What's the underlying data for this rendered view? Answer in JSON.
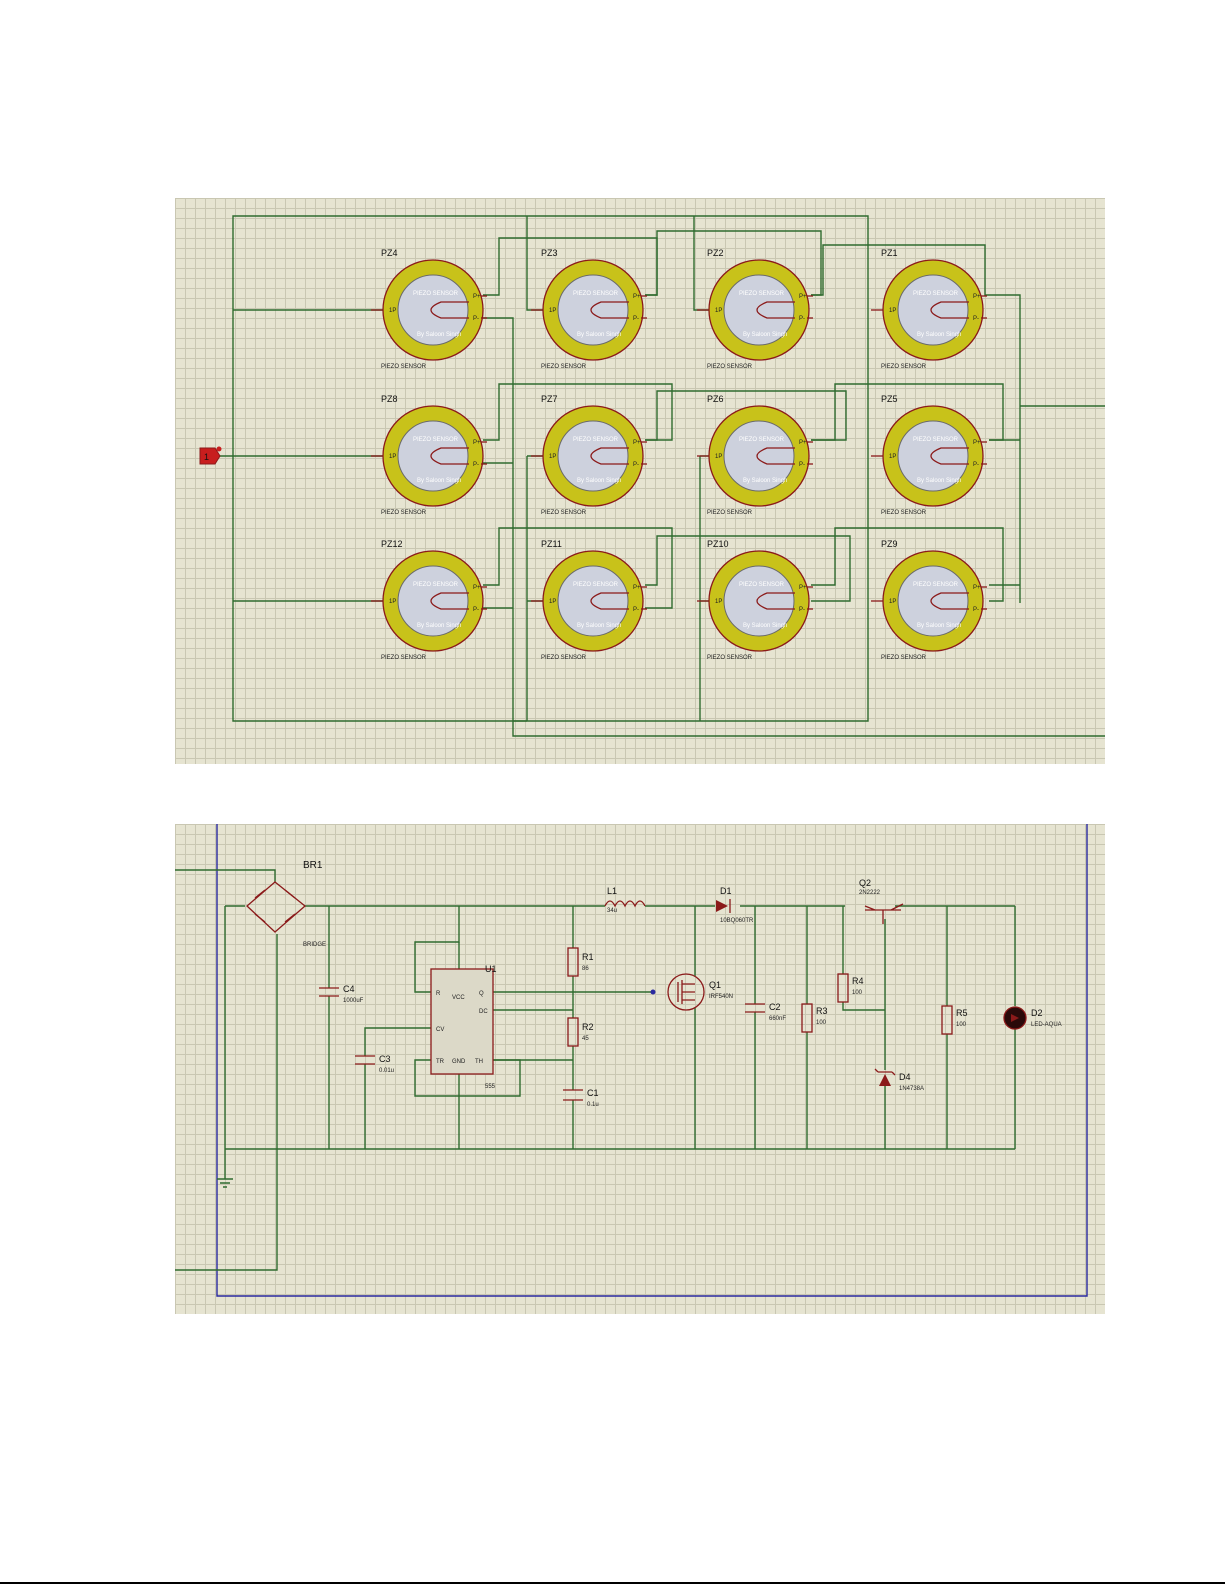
{
  "top": {
    "sensors": [
      {
        "ref": "PZ4",
        "sub": "PIEZO SENSOR"
      },
      {
        "ref": "PZ3",
        "sub": "PIEZO SENSOR"
      },
      {
        "ref": "PZ2",
        "sub": "PIEZO SENSOR"
      },
      {
        "ref": "PZ1",
        "sub": "PIEZO SENSOR"
      },
      {
        "ref": "PZ8",
        "sub": "PIEZO SENSOR"
      },
      {
        "ref": "PZ7",
        "sub": "PIEZO SENSOR"
      },
      {
        "ref": "PZ6",
        "sub": "PIEZO SENSOR"
      },
      {
        "ref": "PZ5",
        "sub": "PIEZO SENSOR"
      },
      {
        "ref": "PZ12",
        "sub": "PIEZO SENSOR"
      },
      {
        "ref": "PZ11",
        "sub": "PIEZO SENSOR"
      },
      {
        "ref": "PZ10",
        "sub": "PIEZO SENSOR"
      },
      {
        "ref": "PZ9",
        "sub": "PIEZO SENSOR"
      }
    ],
    "ring_top_text": "PIEZO SENSOR",
    "ring_bottom_text": "By Saloon Singh",
    "pin_left": "1P",
    "pin_top": "P+",
    "pin_bottom": "P-",
    "terminal_label": "1"
  },
  "bottom": {
    "br1": {
      "ref": "BR1",
      "value": "BRIDGE"
    },
    "c4": {
      "ref": "C4",
      "value": "1000uF"
    },
    "c3": {
      "ref": "C3",
      "value": "0.01u"
    },
    "u1": {
      "ref": "U1",
      "value": "555",
      "pins": {
        "r": "R",
        "vcc": "VCC",
        "q": "Q",
        "dc": "DC",
        "cv": "CV",
        "tr": "TR",
        "gnd": "GND",
        "th": "TH"
      }
    },
    "r1": {
      "ref": "R1",
      "value": "86"
    },
    "r2": {
      "ref": "R2",
      "value": "45"
    },
    "c1": {
      "ref": "C1",
      "value": "0.1u"
    },
    "l1": {
      "ref": "L1",
      "value": "34u"
    },
    "d1": {
      "ref": "D1",
      "value": "10BQ060TR"
    },
    "q1": {
      "ref": "Q1",
      "value": "IRF540N"
    },
    "c2": {
      "ref": "C2",
      "value": "660nF"
    },
    "r3": {
      "ref": "R3",
      "value": "100"
    },
    "q2": {
      "ref": "Q2",
      "value": "2N2222"
    },
    "r4": {
      "ref": "R4",
      "value": "100"
    },
    "d4": {
      "ref": "D4",
      "value": "1N4738A"
    },
    "r5": {
      "ref": "R5",
      "value": "100"
    },
    "d2": {
      "ref": "D2",
      "value": "LED-AQUA"
    }
  },
  "colors": {
    "wire": "#2f6b2f",
    "component": "#8b1a1a",
    "ring": "#c8c21a",
    "border": "#2a2aa0",
    "terminal": "#c81e1e"
  }
}
